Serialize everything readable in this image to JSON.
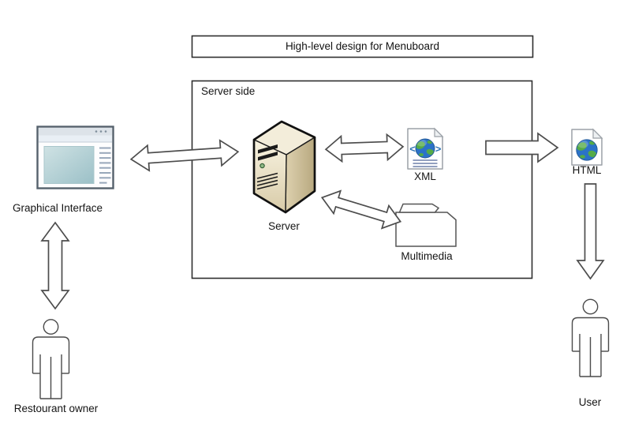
{
  "diagram": {
    "title": "High-level design for Menuboard",
    "container_label": "Server side",
    "nodes": {
      "graphical_interface": "Graphical Interface",
      "server": "Server",
      "xml": "XML",
      "multimedia": "Multimedia",
      "html": "HTML",
      "restourant_owner": "Restourant owner",
      "user": "User"
    },
    "icons": {
      "xml_bracket_left": "<",
      "xml_bracket_right": ">"
    },
    "connections": [
      {
        "from": "Graphical Interface",
        "to": "Server side",
        "direction": "bidirectional"
      },
      {
        "from": "Server",
        "to": "XML",
        "direction": "bidirectional"
      },
      {
        "from": "Server",
        "to": "Multimedia",
        "direction": "bidirectional"
      },
      {
        "from": "Server side",
        "to": "HTML",
        "direction": "one-way"
      },
      {
        "from": "HTML",
        "to": "User",
        "direction": "one-way"
      },
      {
        "from": "Graphical Interface",
        "to": "Restourant owner",
        "direction": "bidirectional"
      }
    ],
    "colors": {
      "box_outline": "#2e2e2e",
      "arrow_outline": "#4d4d4d",
      "server_beige": "#e3d8ba",
      "globe_blue": "#2b72c8",
      "globe_green": "#55ab47",
      "browser_teal": "#aecdd2",
      "doc_lines_blue": "#8292b6"
    }
  }
}
